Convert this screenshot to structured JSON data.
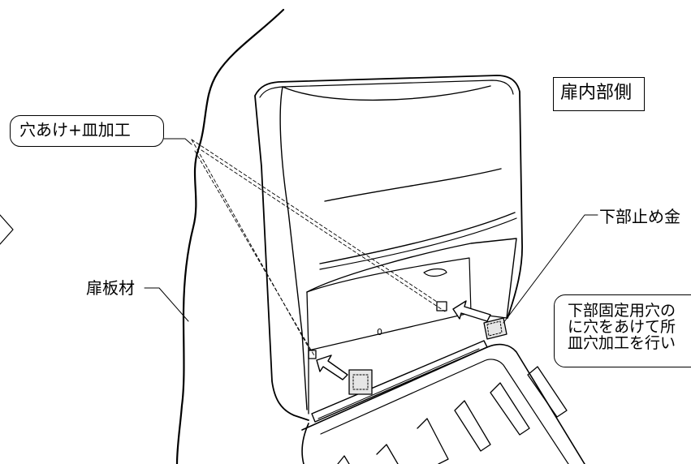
{
  "labels": {
    "door_inner_side": "扉内部側",
    "drill_countersink": "穴あけ+皿加工",
    "door_panel_material": "扉板材",
    "lower_stopper": "下部止め金",
    "bottom_mark": "0"
  },
  "note": {
    "lines": [
      "下部固定用穴の",
      "に穴をあけて所",
      "皿穴加工を行い"
    ]
  },
  "colors": {
    "line": "#000000",
    "background": "#ffffff",
    "hatch_fill": "#e6e6e6"
  }
}
